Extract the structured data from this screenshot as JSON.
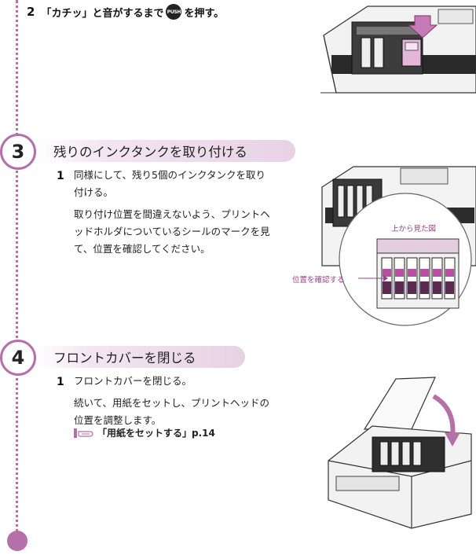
{
  "step2": {
    "number": "2",
    "text_before": "「カチッ」と音がするまで",
    "push_label": "PUSH",
    "text_after": "を押す。"
  },
  "section3": {
    "number": "3",
    "title": "残りのインクタンクを取り付ける",
    "sub_number": "1",
    "line1": "同様にして、残り5個のインクタンクを取り",
    "line2": "付ける。",
    "line3": "取り付け位置を間違えないよう、プリントヘ",
    "line4": "ッドホルダについているシールのマークを見",
    "line5": "て、位置を確認してください。",
    "callout_top": "上から見た図",
    "callout_check": "位置を確認する"
  },
  "section4": {
    "number": "4",
    "title": "フロントカバーを閉じる",
    "sub_number": "1",
    "line1": "フロントカバーを閉じる。",
    "line2": "続いて、用紙をセットし、プリントヘッドの",
    "line3": "位置を調整します。",
    "reference": "「用紙をセットする」p.14"
  },
  "colors": {
    "accent": "#b56fa9",
    "band": "#e7d2e4"
  }
}
